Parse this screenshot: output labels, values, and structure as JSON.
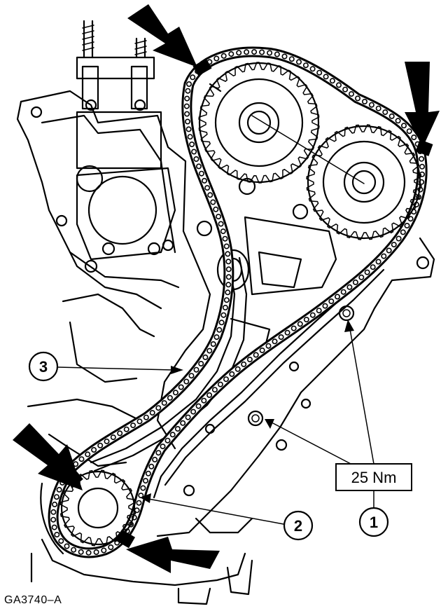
{
  "figure_id": "GA3740–A",
  "torque_label": "25 Nm",
  "callouts": [
    {
      "number": "1"
    },
    {
      "number": "2"
    },
    {
      "number": "3"
    }
  ],
  "colors": {
    "line": "#000000",
    "background": "#ffffff"
  }
}
